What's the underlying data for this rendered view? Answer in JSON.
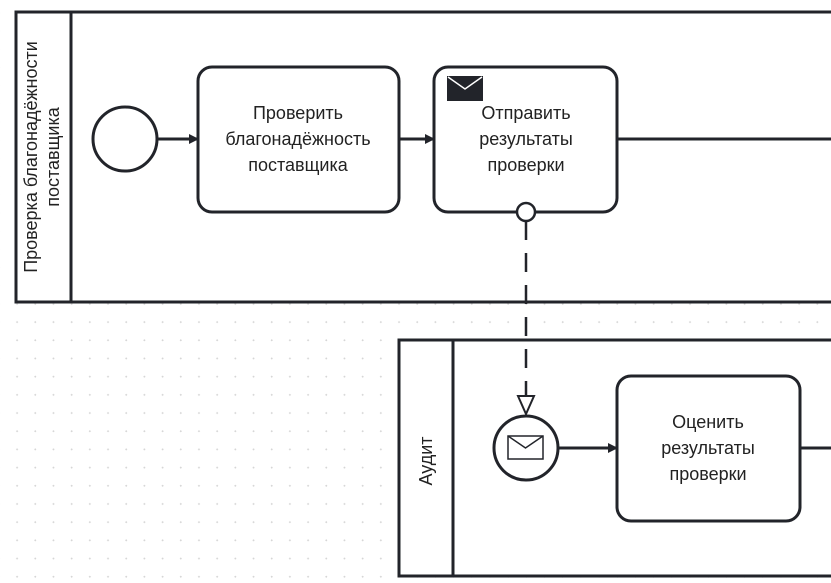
{
  "diagram": {
    "type": "BPMN collaboration",
    "colors": {
      "stroke": "#22242a",
      "fill": "#ffffff",
      "grid_dot": "#d6d6d6",
      "text": "#222222"
    },
    "pools": [
      {
        "id": "pool-supplier-check",
        "label_line1": "Проверка благонадёжности",
        "label_line2": "поставщика",
        "elements": {
          "start_event": {
            "type": "start-event",
            "label": ""
          },
          "task1": {
            "type": "task",
            "line1": "Проверить",
            "line2": "благонадёжность",
            "line3": "поставщика"
          },
          "task2": {
            "type": "send-task",
            "icon": "envelope-filled-icon",
            "line1": "Отправить",
            "line2": "результаты",
            "line3": "проверки"
          }
        }
      },
      {
        "id": "pool-audit",
        "label": "Аудит",
        "elements": {
          "message_start": {
            "type": "message-start-event",
            "icon": "envelope-outline-icon",
            "label": ""
          },
          "task3": {
            "type": "task",
            "line1": "Оценить",
            "line2": "результаты",
            "line3": "проверки"
          }
        }
      }
    ],
    "flows": [
      {
        "type": "sequence-flow",
        "from": "start_event",
        "to": "task1"
      },
      {
        "type": "sequence-flow",
        "from": "task1",
        "to": "task2"
      },
      {
        "type": "sequence-flow",
        "from": "task2",
        "to": "offscreen-right"
      },
      {
        "type": "message-flow",
        "from": "task2",
        "to": "message_start"
      },
      {
        "type": "sequence-flow",
        "from": "message_start",
        "to": "task3"
      },
      {
        "type": "sequence-flow",
        "from": "task3",
        "to": "offscreen-right"
      }
    ]
  }
}
